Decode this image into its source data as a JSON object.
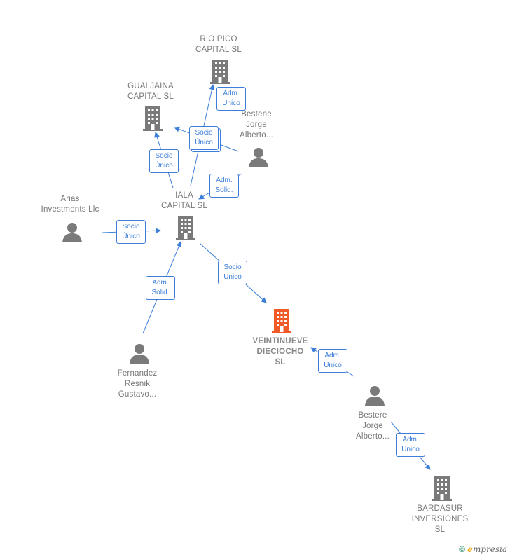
{
  "colors": {
    "edge": "#3b7dd8",
    "company": "#7a7a7a",
    "focus": "#f05a28",
    "person": "#7a7a7a"
  },
  "nodes": {
    "rio_pico": {
      "label": "RIO PICO\nCAPITAL  SL",
      "type": "company"
    },
    "gualjaina": {
      "label": "GUALJAINA\nCAPITAL  SL",
      "type": "company"
    },
    "bestene": {
      "label": "Bestene\nJorge\nAlberto...",
      "type": "person"
    },
    "arias": {
      "label": "Arias\nInvestments Llc",
      "type": "person"
    },
    "iala": {
      "label": "IALA\nCAPITAL  SL",
      "type": "company"
    },
    "veintinueve": {
      "label": "VEINTINUEVE\nDIECIOCHO\nSL",
      "type": "company-focus"
    },
    "fernandez": {
      "label": "Fernandez\nResnik\nGustavo...",
      "type": "person"
    },
    "bestere": {
      "label": "Bestere\nJorge\nAlberto...",
      "type": "person"
    },
    "bardasur": {
      "label": "BARDASUR\nINVERSIONES\nSL",
      "type": "company"
    }
  },
  "badges": {
    "b1": {
      "line1": "Adm.",
      "line2": "Unico"
    },
    "b2": {
      "line1": "Socio",
      "line2": "Único"
    },
    "b3": {
      "line1": "Socio",
      "line2": "Único"
    },
    "b4": {
      "line1": "Adm.",
      "line2": "Solid."
    },
    "b5": {
      "line1": "Socio",
      "line2": "Único"
    },
    "b6": {
      "line1": "Socio",
      "line2": "Único"
    },
    "b7": {
      "line1": "Adm.",
      "line2": "Solid."
    },
    "b8": {
      "line1": "Adm.",
      "line2": "Unico"
    },
    "b9": {
      "line1": "Adm.",
      "line2": "Unico"
    }
  },
  "footer": {
    "copyright_symbol": "©",
    "brand_initial": "e",
    "brand_rest": "mpresia"
  }
}
